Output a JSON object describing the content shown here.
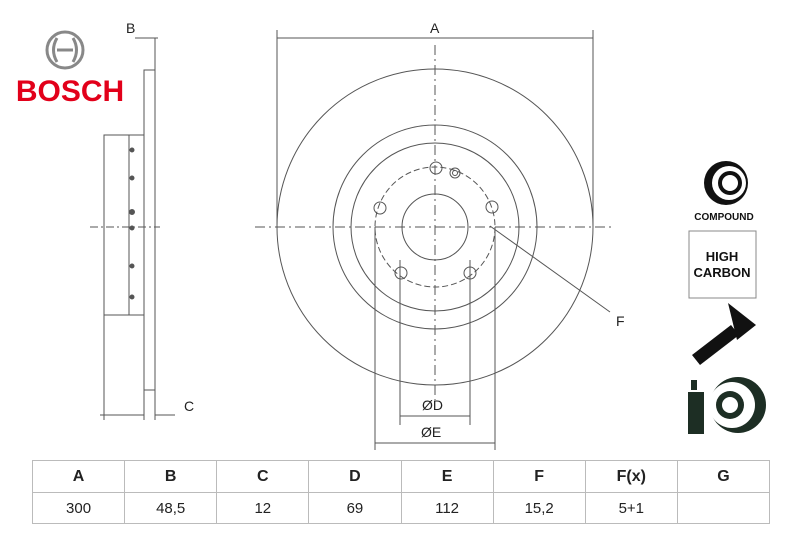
{
  "brand": {
    "name": "BOSCH",
    "color": "#e2001a"
  },
  "drawing_labels": {
    "a": "A",
    "b": "B",
    "c": "C",
    "f": "F",
    "d": "ØD",
    "e": "ØE"
  },
  "badges": {
    "compound": "COMPOUND",
    "high_carbon_line1": "HIGH",
    "high_carbon_line2": "CARBON"
  },
  "icons": [
    "disc-compound-icon",
    "screw-icon",
    "coated-disc-spray-icon"
  ],
  "table": {
    "headers": [
      "A",
      "B",
      "C",
      "D",
      "E",
      "F",
      "F(x)",
      "G"
    ],
    "values": [
      "300",
      "48,5",
      "12",
      "69",
      "112",
      "15,2",
      "5+1",
      ""
    ]
  }
}
